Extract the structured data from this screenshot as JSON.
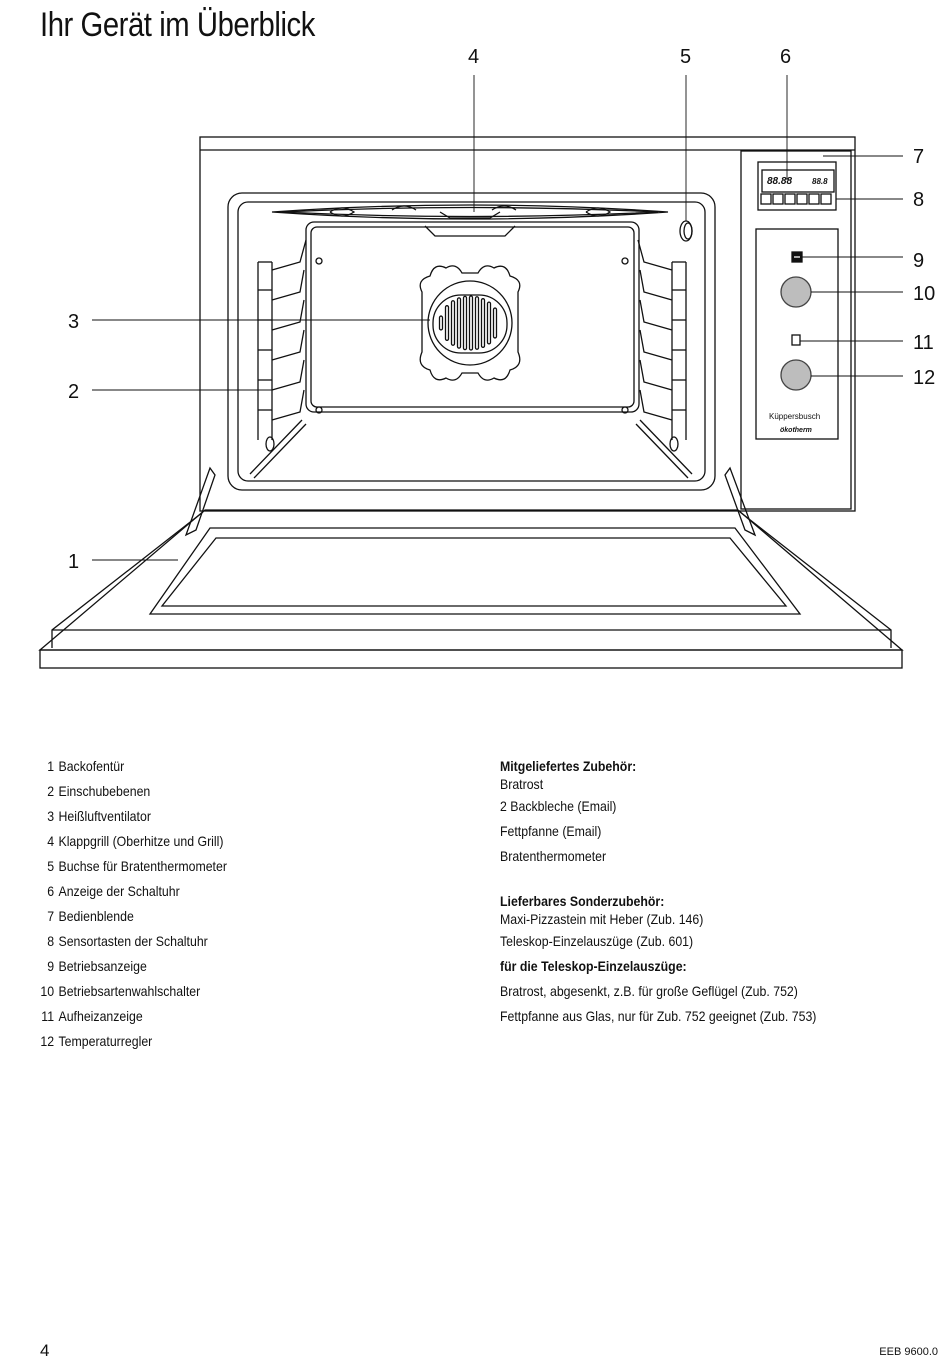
{
  "page": {
    "title": "Ihr Gerät im Überblick",
    "page_number": "4",
    "doc_id": "EEB 9600.0"
  },
  "figure": {
    "callouts": [
      "4",
      "5",
      "6",
      "7",
      "8",
      "9",
      "10",
      "3",
      "11",
      "2",
      "12",
      "1"
    ],
    "display_left": "88.88",
    "display_right": "88.8",
    "brand_name": "Küppersbusch",
    "brand_line": "ökotherm"
  },
  "legend": [
    {
      "num": "1",
      "label": "Backofentür"
    },
    {
      "num": "2",
      "label": "Einschubebenen"
    },
    {
      "num": "3",
      "label": "Heißluftventilator"
    },
    {
      "num": "4",
      "label": "Klappgrill (Oberhitze und Grill)"
    },
    {
      "num": "5",
      "label": "Buchse für Bratenthermometer"
    },
    {
      "num": "6",
      "label": "Anzeige der Schaltuhr"
    },
    {
      "num": "7",
      "label": "Bedienblende"
    },
    {
      "num": "8",
      "label": "Sensortasten der Schaltuhr"
    },
    {
      "num": "9",
      "label": "Betriebsanzeige"
    },
    {
      "num": "10",
      "label": "Betriebsartenwahlschalter"
    },
    {
      "num": "11",
      "label": "Aufheizanzeige"
    },
    {
      "num": "12",
      "label": "Temperaturregler"
    }
  ],
  "accessories": {
    "included_heading": "Mitgeliefertes Zubehör:",
    "included": [
      "Bratrost",
      "2 Backbleche (Email)",
      "Fettpfanne (Email)",
      "Bratenthermometer"
    ],
    "optional_heading": "Lieferbares Sonderzubehör:",
    "optional": [
      "Maxi-Pizzastein mit Heber (Zub. 146)",
      "Teleskop-Einzelauszüge (Zub. 601)"
    ],
    "telescope_heading": "für die Teleskop-Einzelauszüge:",
    "telescope": [
      "Bratrost, abgesenkt, z.B. für große Geflügel (Zub. 752)",
      "Fettpfanne aus Glas, nur für Zub. 752 geeignet (Zub. 753)"
    ]
  }
}
